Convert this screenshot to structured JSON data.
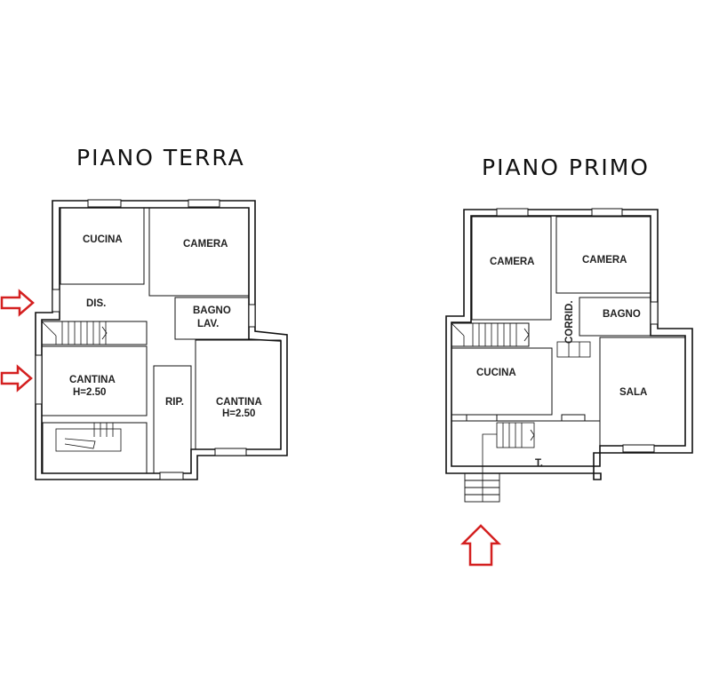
{
  "plans": [
    {
      "title": "PIANO TERRA",
      "rooms": [
        {
          "label": "CUCINA"
        },
        {
          "label": "CAMERA"
        },
        {
          "label": "DIS."
        },
        {
          "label": "BAGNO",
          "label2": "LAV."
        },
        {
          "label": "CANTINA",
          "label2": "H=2.50"
        },
        {
          "label": "RIP."
        },
        {
          "label": "CANTINA",
          "label2": "H=2.50"
        }
      ],
      "entrance_arrows": 2
    },
    {
      "title": "PIANO PRIMO",
      "rooms": [
        {
          "label": "CAMERA"
        },
        {
          "label": "CAMERA"
        },
        {
          "label": "BAGNO"
        },
        {
          "label": "CORRID."
        },
        {
          "label": "CUCINA"
        },
        {
          "label": "SALA"
        },
        {
          "label": "T."
        }
      ],
      "entrance_arrows": 1
    }
  ],
  "colors": {
    "walls": "#111111",
    "arrows": "#d42020"
  }
}
